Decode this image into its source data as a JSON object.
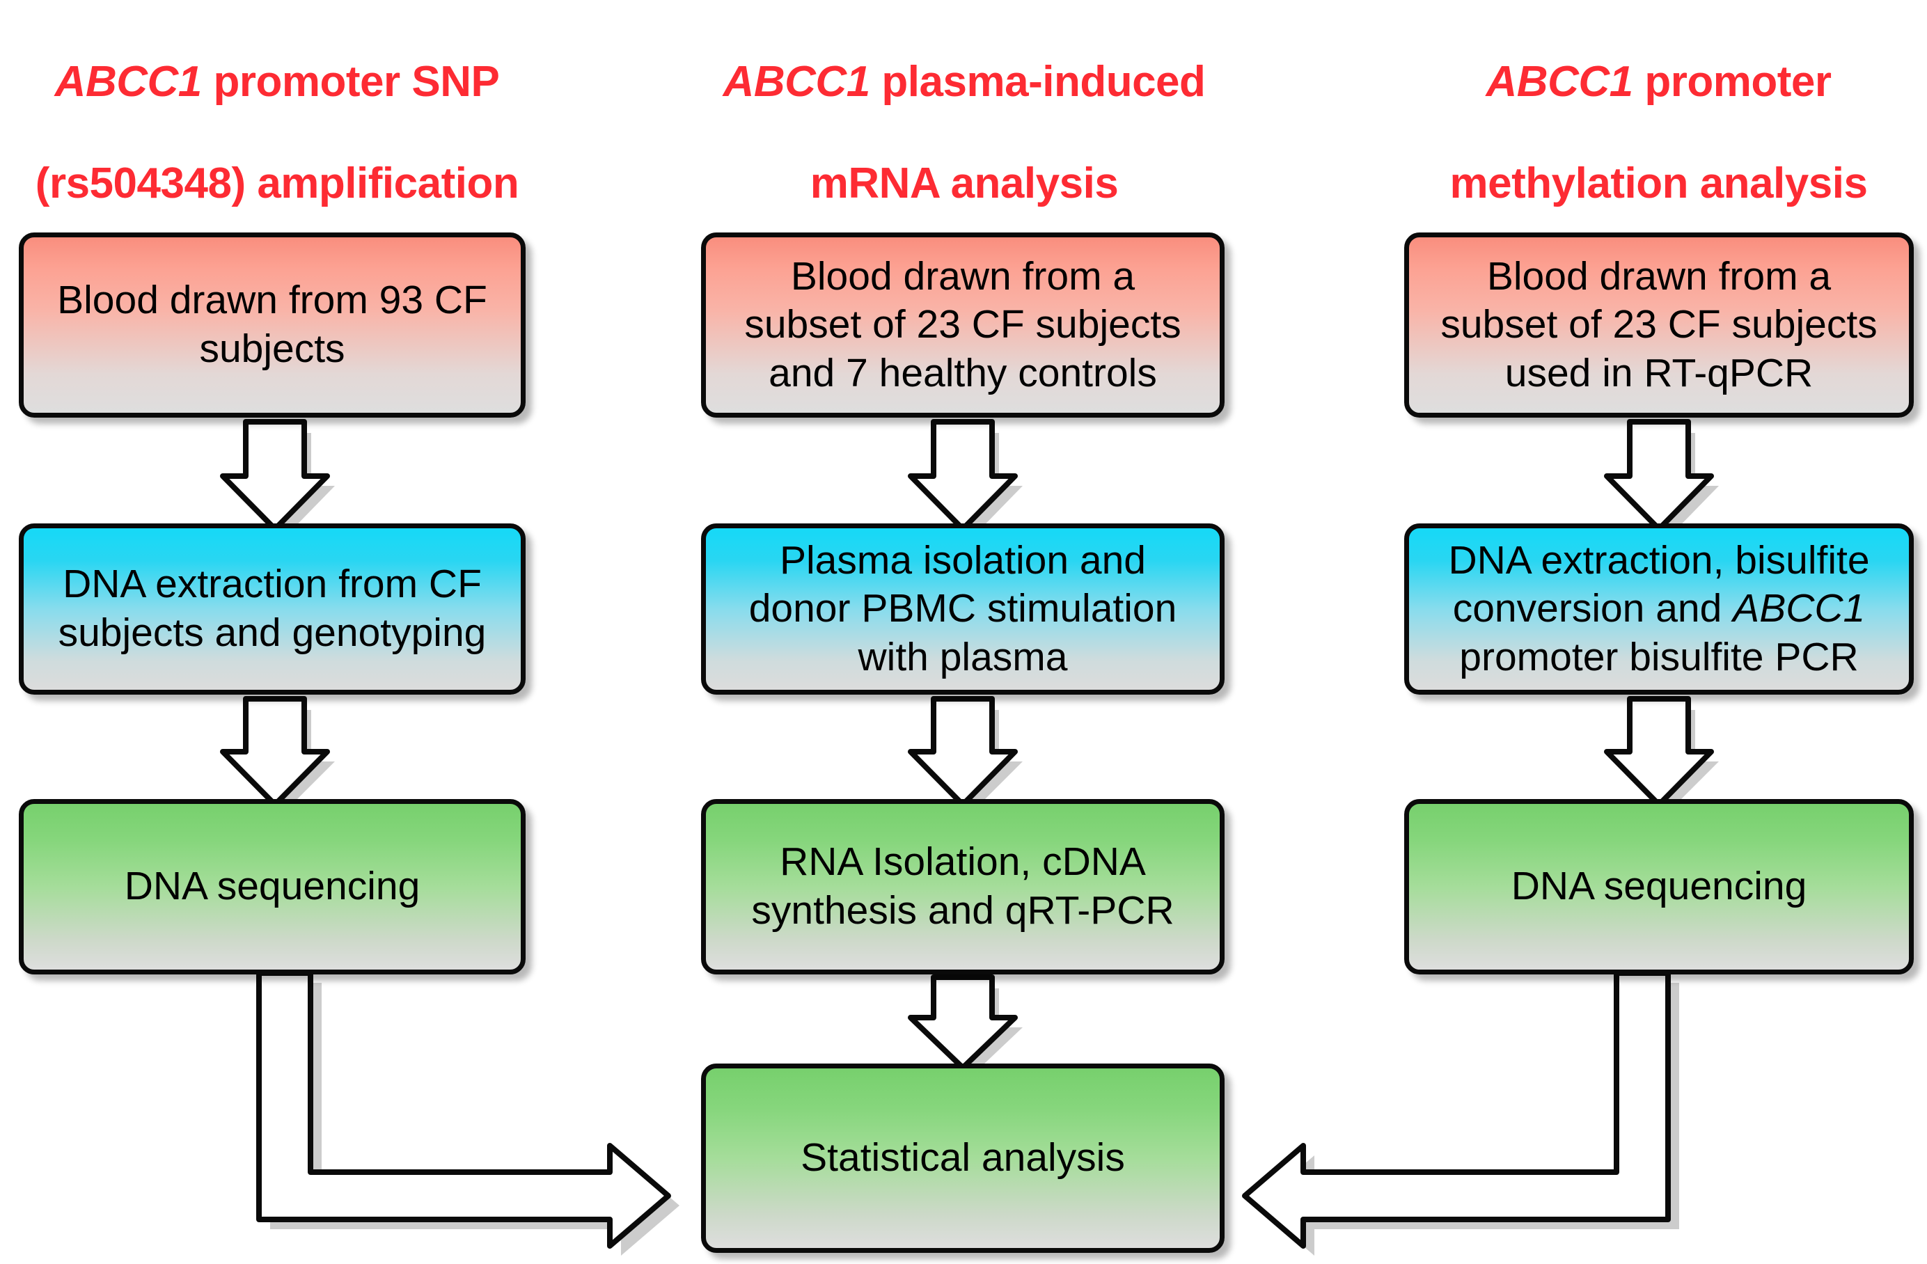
{
  "columns": [
    {
      "id": "snp-amplification",
      "title_line1_gene": "ABCC1",
      "title_line1_rest": " promoter SNP",
      "title_line2": "(rs504348) amplification",
      "title_plain": "ABCC1 promoter SNP\n(rs504348) amplification",
      "steps": [
        {
          "label": "Blood drawn from 93 CF\nsubjects",
          "color": "red",
          "color_hex": "#fca293"
        },
        {
          "label": "DNA extraction from CF\nsubjects and genotyping",
          "color": "blue",
          "color_hex": "#29d6f2"
        },
        {
          "label": "DNA sequencing",
          "color": "green",
          "color_hex": "#86d67c"
        }
      ]
    },
    {
      "id": "mrna-analysis",
      "title_line1_gene": "ABCC1",
      "title_line1_rest": " plasma-induced",
      "title_line2": "mRNA analysis",
      "title_plain": "ABCC1 plasma-induced\nmRNA analysis",
      "steps": [
        {
          "label": "Blood drawn from a\nsubset of 23 CF subjects\nand 7 healthy controls",
          "color": "red",
          "color_hex": "#fca293"
        },
        {
          "label": "Plasma isolation and\ndonor PBMC stimulation\nwith plasma",
          "color": "blue",
          "color_hex": "#29d6f2"
        },
        {
          "label": "RNA Isolation, cDNA\nsynthesis and qRT-PCR",
          "color": "green",
          "color_hex": "#86d67c"
        },
        {
          "label": "Statistical analysis",
          "color": "green",
          "color_hex": "#86d67c"
        }
      ]
    },
    {
      "id": "methylation-analysis",
      "title_line1_gene": "ABCC1",
      "title_line1_rest": " promoter",
      "title_line2": "methylation analysis",
      "title_plain": "ABCC1 promoter\nmethylation analysis",
      "steps": [
        {
          "label": "Blood drawn from a\nsubset of 23 CF subjects\nused in RT-qPCR",
          "color": "red",
          "color_hex": "#fca293"
        },
        {
          "label_pre": "DNA extraction, bisulfite\nconversion and ",
          "label_gene": "ABCC1",
          "label_post": "\npromoter bisulfite PCR",
          "label": "DNA extraction, bisulfite conversion and ABCC1 promoter bisulfite PCR",
          "color": "blue",
          "color_hex": "#29d6f2"
        },
        {
          "label": "DNA sequencing",
          "color": "green",
          "color_hex": "#86d67c"
        }
      ]
    }
  ],
  "connectors": [
    {
      "name": "arrow-c1-r1-to-r2",
      "type": "down-block-arrow"
    },
    {
      "name": "arrow-c1-r2-to-r3",
      "type": "down-block-arrow"
    },
    {
      "name": "arrow-c2-r1-to-r2",
      "type": "down-block-arrow"
    },
    {
      "name": "arrow-c2-r2-to-r3",
      "type": "down-block-arrow"
    },
    {
      "name": "arrow-c2-r3-to-r4",
      "type": "down-block-arrow"
    },
    {
      "name": "arrow-c3-r1-to-r2",
      "type": "down-block-arrow"
    },
    {
      "name": "arrow-c3-r2-to-r3",
      "type": "down-block-arrow"
    },
    {
      "name": "elbow-arrow-left-to-stats",
      "type": "elbow-right"
    },
    {
      "name": "elbow-arrow-right-to-stats",
      "type": "elbow-left"
    }
  ],
  "theme": {
    "title_color": "#fd2b33",
    "text_color": "#000000",
    "stroke_color": "#0a0a0a",
    "background": "#ffffff",
    "arrow_fill": "#ffffff"
  }
}
